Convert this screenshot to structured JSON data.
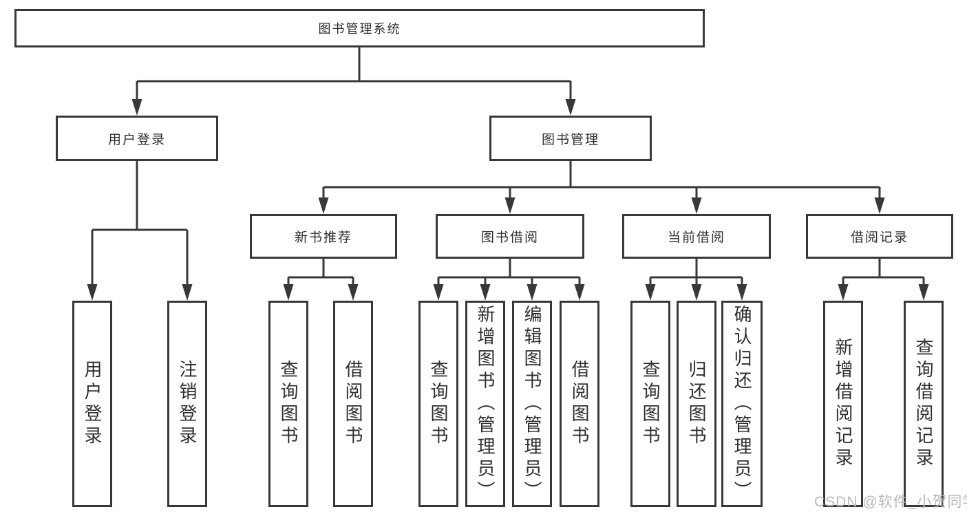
{
  "tree": {
    "root": "图书管理系统",
    "branches": [
      {
        "label": "用户登录",
        "children": [
          "用户登录",
          "注销登录"
        ]
      },
      {
        "label": "图书管理",
        "groups": [
          {
            "label": "新书推荐",
            "children": [
              "查询图书",
              "借阅图书"
            ]
          },
          {
            "label": "图书借阅",
            "children": [
              "查询图书",
              "新增图书（管理员）",
              "编辑图书（管理员）",
              "借阅图书"
            ]
          },
          {
            "label": "当前借阅",
            "children": [
              "查询图书",
              "归还图书",
              "确认归还（管理员）"
            ]
          },
          {
            "label": "借阅记录",
            "children": [
              "新增借阅记录",
              "查询借阅记录"
            ]
          }
        ]
      }
    ]
  },
  "watermark": {
    "text": "CSDN @软件_小贺同学"
  },
  "colors": {
    "line": "#383838",
    "text": "#2f2f2f",
    "watermark": "#b9b9b9",
    "background": "#ffffff"
  }
}
